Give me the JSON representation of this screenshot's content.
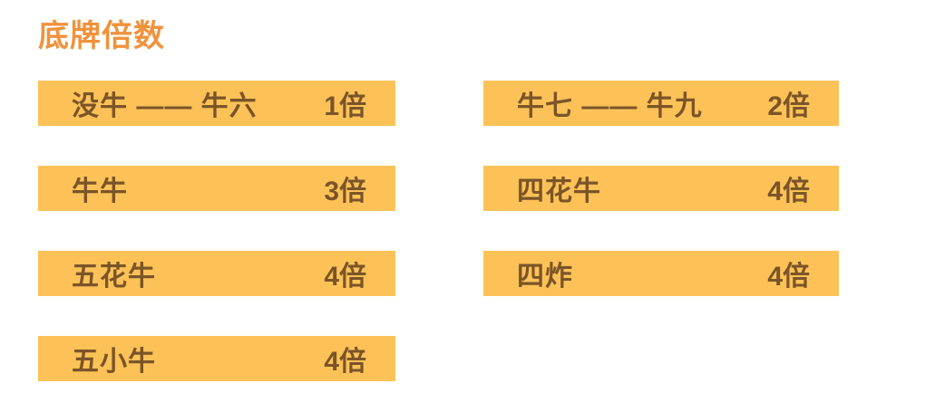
{
  "title": "底牌倍数",
  "colors": {
    "title": "#F0923C",
    "row_background": "#FCC257",
    "row_text": "#7B5428",
    "page_background": "#FFFFFF"
  },
  "multiplier_table": {
    "left_column": {
      "rows": [
        {
          "label": "没牛 —— 牛六",
          "multiplier": "1倍"
        },
        {
          "label": "牛牛",
          "multiplier": "3倍"
        },
        {
          "label": "五花牛",
          "multiplier": "4倍"
        },
        {
          "label": "五小牛",
          "multiplier": "4倍"
        }
      ]
    },
    "right_column": {
      "rows": [
        {
          "label": "牛七 —— 牛九",
          "multiplier": "2倍"
        },
        {
          "label": "四花牛",
          "multiplier": "4倍"
        },
        {
          "label": "四炸",
          "multiplier": "4倍"
        }
      ]
    }
  }
}
